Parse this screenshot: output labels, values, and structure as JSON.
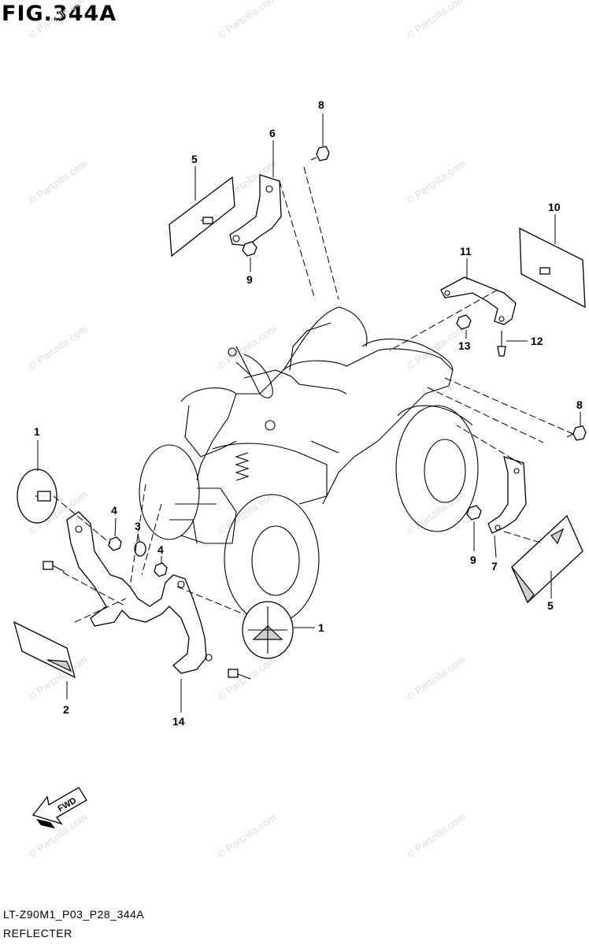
{
  "figure": {
    "title": "FIG.344A",
    "code": "LT-Z90M1_P03_P28_344A",
    "name": "REFLECTER",
    "direction_label": "FWD",
    "watermark": "© Partzilla.com"
  },
  "callouts": [
    "1",
    "1",
    "2",
    "3",
    "4",
    "4",
    "5",
    "5",
    "6",
    "7",
    "8",
    "8",
    "9",
    "9",
    "10",
    "11",
    "12",
    "13",
    "14"
  ],
  "icons": [
    "fwd-arrow-icon"
  ]
}
